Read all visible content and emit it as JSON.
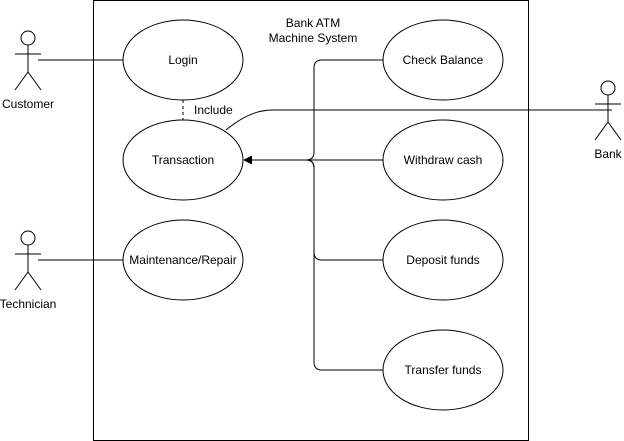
{
  "diagram": {
    "system_title_line1": "Bank ATM",
    "system_title_line2": "Machine System",
    "include_label": "Include",
    "actors": {
      "customer": "Customer",
      "technician": "Technician",
      "bank": "Bank"
    },
    "use_cases": {
      "login": "Login",
      "transaction": "Transaction",
      "maintenance": "Maintenance/Repair",
      "check_balance": "Check Balance",
      "withdraw_cash": "Withdraw cash",
      "deposit_funds": "Deposit funds",
      "transfer_funds": "Transfer funds"
    }
  }
}
